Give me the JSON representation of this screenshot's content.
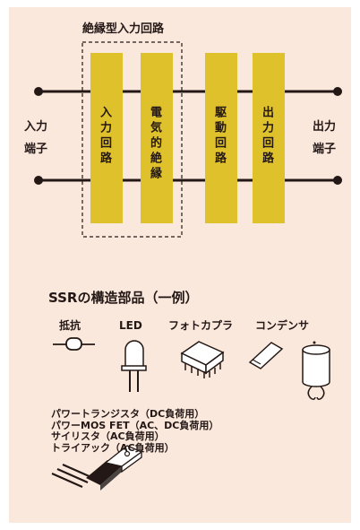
{
  "diagram": {
    "isolated_group_label": "絶縁型入力回路",
    "input_terminal": [
      "入力",
      "端子"
    ],
    "output_terminal": [
      "出力",
      "端子"
    ],
    "blocks": [
      "入力回路",
      "電気的絶縁",
      "駆動回路",
      "出力回路"
    ],
    "colors": {
      "block": "#dfc12b",
      "background": "#fbe8dd",
      "line": "#231815"
    }
  },
  "parts": {
    "title": "SSRの構造部品（一例）",
    "components": [
      {
        "label": "抵抗",
        "icon": "resistor-icon"
      },
      {
        "label": "LED",
        "icon": "led-icon"
      },
      {
        "label": "フォトカプラ",
        "icon": "photocoupler-icon"
      },
      {
        "label": "コンデンサ",
        "icon": "capacitor-icon"
      }
    ],
    "switching_devices": [
      "パワートランジスタ（DC負荷用）",
      "パワーMOS FET（AC、DC負荷用）",
      "サイリスタ（AC負荷用）",
      "トライアック（AC負荷用）"
    ],
    "device_icon": "power-transistor-icon"
  }
}
